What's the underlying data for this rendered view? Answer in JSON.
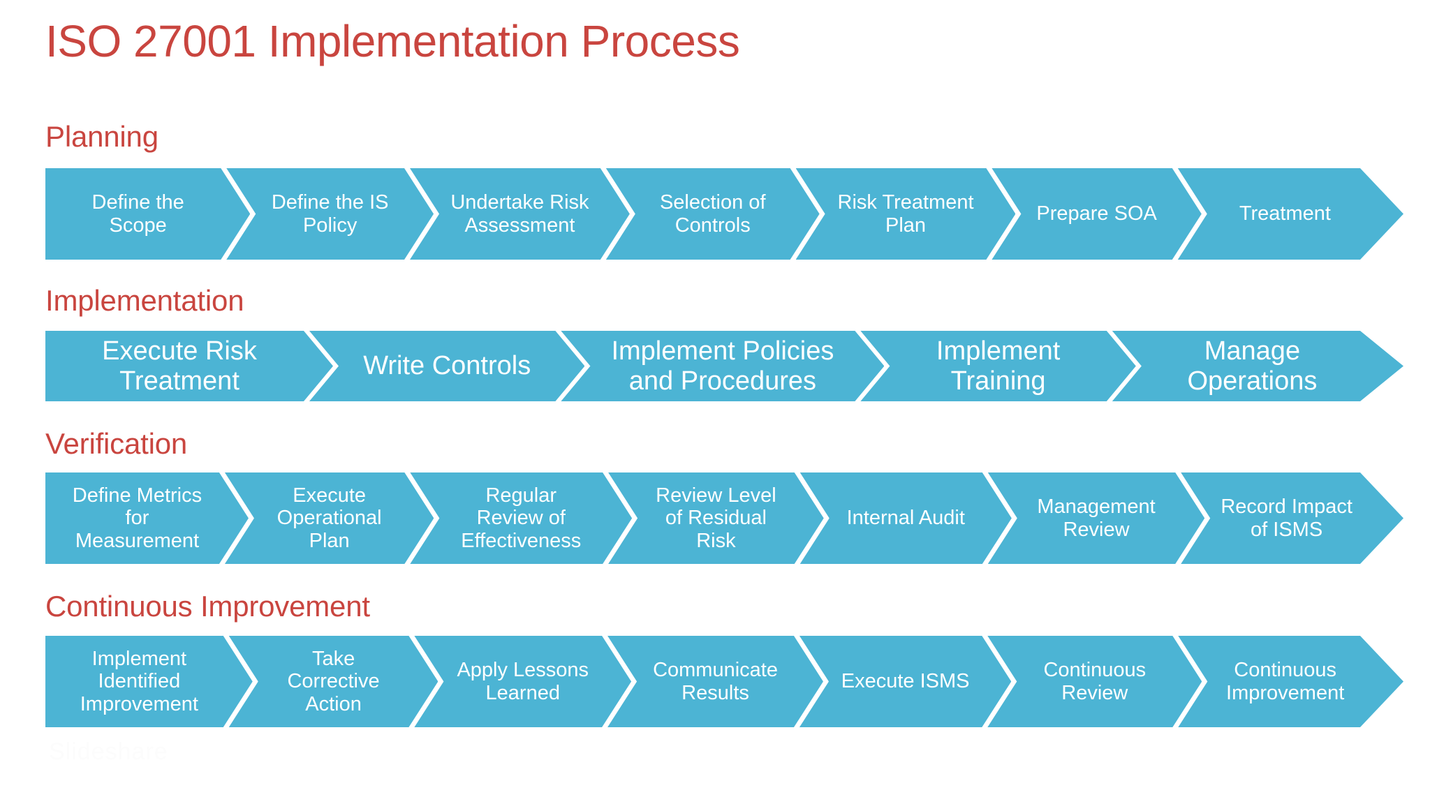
{
  "slide": {
    "title": "ISO 27001 Implementation Process",
    "accent_red": "#c9453f",
    "chevron_blue": "#4cb4d4",
    "background": "#ffffff",
    "watermark": "Slideshare"
  },
  "sections": [
    {
      "heading": "Planning",
      "steps": [
        {
          "label": "Define the Scope"
        },
        {
          "label": "Define the IS Policy"
        },
        {
          "label": "Undertake Risk Assessment"
        },
        {
          "label": "Selection of Controls"
        },
        {
          "label": "Risk Treatment Plan"
        },
        {
          "label": "Prepare SOA"
        },
        {
          "label": "Treatment"
        }
      ]
    },
    {
      "heading": "Implementation",
      "steps": [
        {
          "label": "Execute Risk Treatment"
        },
        {
          "label": "Write Controls"
        },
        {
          "label": "Implement Policies and Procedures"
        },
        {
          "label": "Implement Training"
        },
        {
          "label": "Manage Operations"
        }
      ]
    },
    {
      "heading": "Verification",
      "steps": [
        {
          "label": "Define Metrics for Measurement"
        },
        {
          "label": "Execute Operational Plan"
        },
        {
          "label": "Regular Review of Effectiveness"
        },
        {
          "label": "Review Level of Residual Risk"
        },
        {
          "label": "Internal Audit"
        },
        {
          "label": "Management Review"
        },
        {
          "label": "Record Impact of ISMS"
        }
      ]
    },
    {
      "heading": "Continuous Improvement",
      "steps": [
        {
          "label": "Implement Identified Improvement"
        },
        {
          "label": "Take Corrective Action"
        },
        {
          "label": "Apply Lessons Learned"
        },
        {
          "label": "Communicate Results"
        },
        {
          "label": "Execute ISMS"
        },
        {
          "label": "Continuous Review"
        },
        {
          "label": "Continuous Improvement"
        }
      ]
    }
  ]
}
